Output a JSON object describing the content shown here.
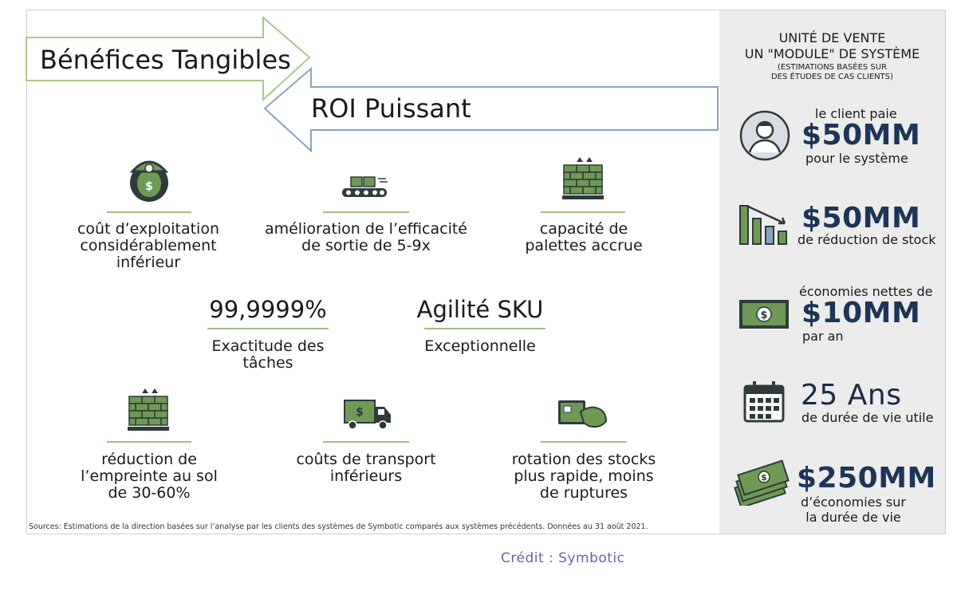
{
  "header": {
    "arrow_right_title": "Bénéfices Tangibles",
    "arrow_left_title": "ROI Puissant"
  },
  "benefits": [
    {
      "icon": "money-bag-icon",
      "label_lines": [
        "coût d’exploitation",
        "considérablement",
        "inférieur"
      ]
    },
    {
      "icon": "conveyor-icon",
      "label_lines": [
        "amélioration de l’efficacité",
        "de sortie de 5-9x"
      ]
    },
    {
      "icon": "pallet-stack-icon",
      "label_lines": [
        "capacité de",
        "palettes accrue"
      ]
    },
    {
      "icon": "pallet-stack-icon",
      "label_lines": [
        "réduction de",
        "l’empreinte au sol",
        "de 30-60%"
      ]
    },
    {
      "icon": "delivery-truck-icon",
      "label_lines": [
        "coûts de transport",
        "inférieurs"
      ]
    },
    {
      "icon": "tablet-hand-icon",
      "label_lines": [
        "rotation des stocks",
        "plus rapide, moins",
        "de ruptures"
      ]
    }
  ],
  "stats": [
    {
      "value": "99,9999%",
      "label_lines": [
        "Exactitude des",
        "tâches"
      ]
    },
    {
      "value": "Agilité SKU",
      "label_lines": [
        "Exceptionnelle"
      ]
    }
  ],
  "sidebar": {
    "title_lines": [
      "UNITÉ DE VENTE",
      "UN \"MODULE\" DE SYSTÈME"
    ],
    "subtitle_lines": [
      "(ESTIMATIONS BASÉES SUR",
      "DES ÉTUDES DE CAS CLIENTS)"
    ],
    "items": [
      {
        "icon": "customer-avatar-icon",
        "pre": "le client paie",
        "value": "$50MM",
        "post": "pour le système"
      },
      {
        "icon": "declining-bar-chart-icon",
        "pre": "",
        "value": "$50MM",
        "post": "de réduction de stock"
      },
      {
        "icon": "banknote-icon",
        "pre": "économies nettes de",
        "value": "$10MM",
        "post": "par an"
      },
      {
        "icon": "calendar-icon",
        "pre": "",
        "value": "25 Ans",
        "post": "de durée de vie utile"
      },
      {
        "icon": "money-stack-icon",
        "pre": "",
        "value": "$250MM",
        "post_lines": [
          "d’économies sur",
          "la durée de vie"
        ]
      }
    ]
  },
  "footer": {
    "sources": "Sources: Estimations de la direction basées sur l’analyse par les clients des systèmes de Symbotic comparés aux systèmes précédents. Données au 31 août 2021.",
    "credit": "Crédit : Symbotic"
  },
  "colors": {
    "accent_green": "#9fc07f",
    "icon_green": "#6e9a56",
    "arrow_green": "#a9c98c",
    "arrow_blue": "#8aa3bf",
    "navy": "#1d3557",
    "sidebar_bg": "#ececec",
    "credit_purple": "#7b5ba6"
  }
}
